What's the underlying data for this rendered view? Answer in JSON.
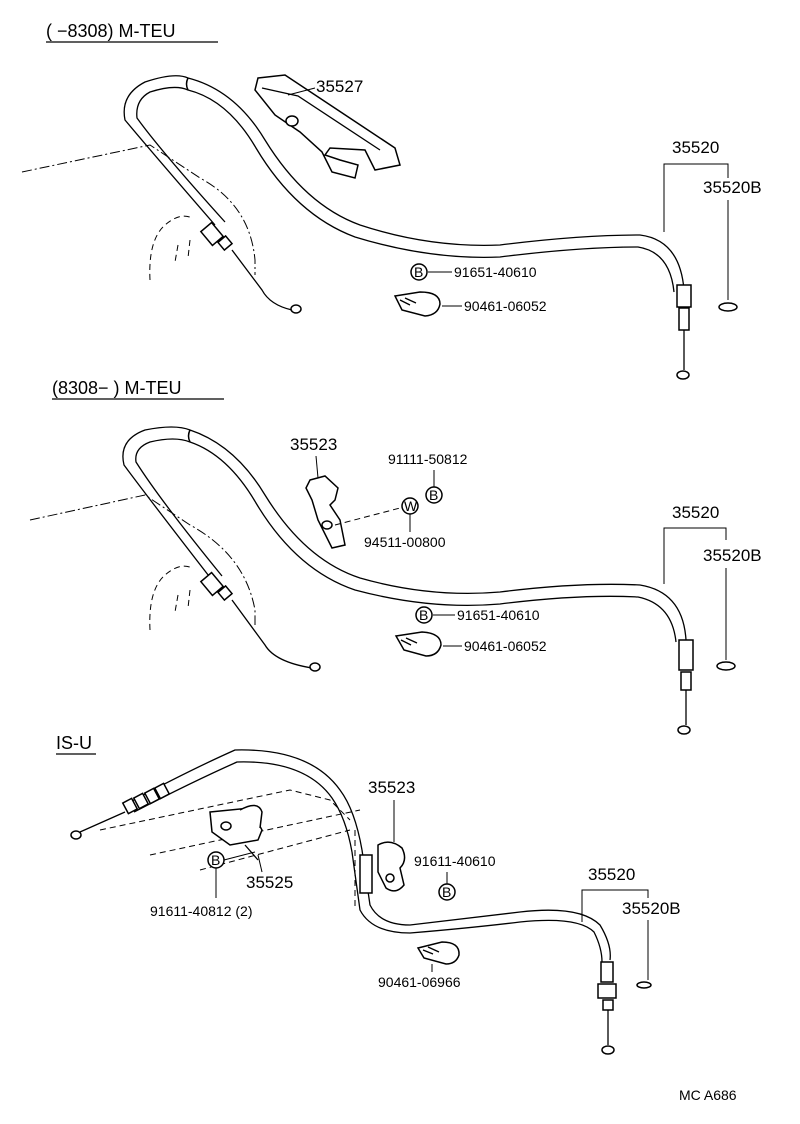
{
  "sections": [
    {
      "header": "(      −8308) M-TEU",
      "parts": {
        "bracket": "35527",
        "cable": "35520",
        "cable_sub": "35520B",
        "bolt": "91651-40610",
        "clamp": "90461-06052"
      },
      "bolt_marker": "B"
    },
    {
      "header": "(8308−      ) M-TEU",
      "parts": {
        "bracket": "35523",
        "bolt_top": "91111-50812",
        "washer": "94511-00800",
        "cable": "35520",
        "cable_sub": "35520B",
        "bolt": "91651-40610",
        "clamp": "90461-06052"
      },
      "bolt_marker": "B",
      "washer_marker": "W"
    },
    {
      "header": "IS-U",
      "parts": {
        "bracket": "35523",
        "bolt_right": "91611-40610",
        "cable": "35520",
        "cable_sub": "35520B",
        "bracket_left": "35525",
        "bolt_left": "91611-40812 (2)",
        "clamp": "90461-06966"
      },
      "bolt_marker": "B"
    }
  ],
  "footer_code": "MC  A686"
}
